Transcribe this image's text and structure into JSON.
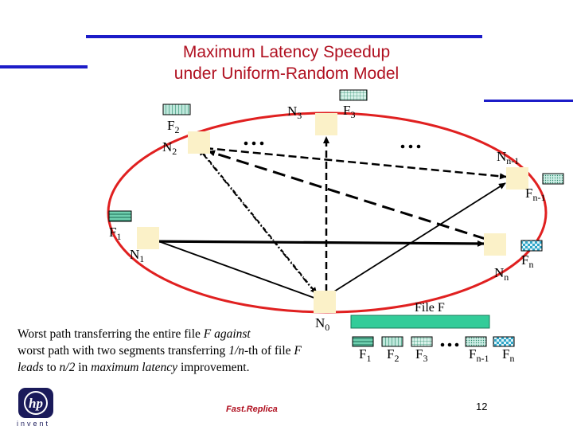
{
  "title": {
    "line1": "Maximum Latency Speedup",
    "line2": "under Uniform-Random Model"
  },
  "nodes": {
    "n0": "N",
    "n0_sub": "0",
    "n1": "N",
    "n1_sub": "1",
    "n2": "N",
    "n2_sub": "2",
    "n3": "N",
    "n3_sub": "3",
    "nn1": "N",
    "nn1_sub": "n-1",
    "nn": "N",
    "nn_sub": "n"
  },
  "files": {
    "f1": "F",
    "f1_sub": "1",
    "f2": "F",
    "f2_sub": "2",
    "f3": "F",
    "f3_sub": "3",
    "fn1": "F",
    "fn1_sub": "n-1",
    "fn": "F",
    "fn_sub": "n"
  },
  "file_bar": {
    "label": "File F",
    "f1": "F",
    "f1_sub": "1",
    "f2": "F",
    "f2_sub": "2",
    "f3": "F",
    "f3_sub": "3",
    "fn1": "F",
    "fn1_sub": "n-1",
    "fn": "F",
    "fn_sub": "n"
  },
  "caption": {
    "l1a": "Worst path transferring the entire file ",
    "l1b": "F",
    "l1c": " against",
    "l2a": "worst path with two segments transferring ",
    "l2b": "1/n",
    "l2c": "-th of file ",
    "l2d": "F",
    "l3a": "leads",
    "l3b": " to ",
    "l3c": "n/2",
    "l3d": " in ",
    "l3e": "maximum latency",
    "l3f": " improvement."
  },
  "footer": "Fast.Replica",
  "page_number": "12",
  "logo": {
    "mark": "hp",
    "word": "invent"
  },
  "colors": {
    "title": "#b01020",
    "ellipse": "#e02020",
    "node": "#fbf1c8",
    "file_bar": "#33cc99",
    "top_rule": "#1c1cc8"
  }
}
